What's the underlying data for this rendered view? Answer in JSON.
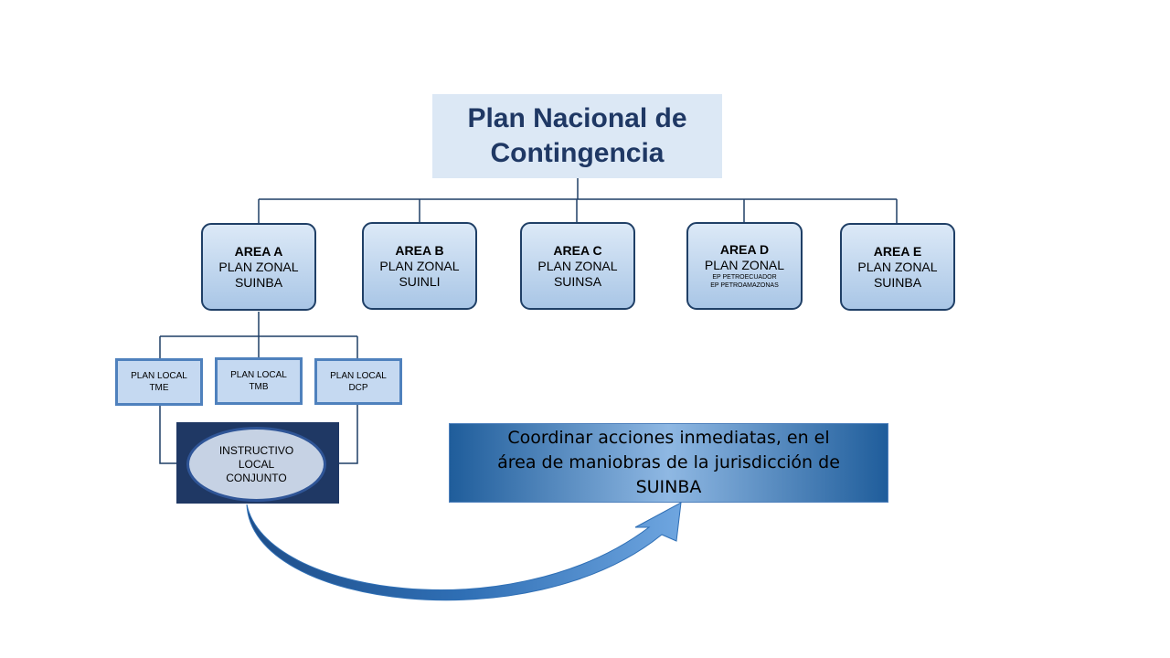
{
  "title": {
    "line1": "Plan Nacional de",
    "line2": "Contingencia"
  },
  "areas": [
    {
      "heading": "AREA  A",
      "line1": "PLAN ZONAL",
      "line2": "SUINBA"
    },
    {
      "heading": "AREA  B",
      "line1": "PLAN ZONAL",
      "line2": "SUINLI"
    },
    {
      "heading": "AREA  C",
      "line1": "PLAN ZONAL",
      "line2": "SUINSA"
    },
    {
      "heading": "AREA  D",
      "line1": "PLAN ZONAL",
      "small1": "EP PETROECUADOR",
      "small2": "EP PETROAMAZONAS"
    },
    {
      "heading": "AREA  E",
      "line1": "PLAN ZONAL",
      "line2": "SUINBA"
    }
  ],
  "local_plans": [
    {
      "line1": "PLAN LOCAL",
      "line2": "TME"
    },
    {
      "line1": "PLAN LOCAL",
      "line2": "TMB"
    },
    {
      "line1": "PLAN LOCAL",
      "line2": "DCP"
    }
  ],
  "instructivo": {
    "line1": "INSTRUCTIVO",
    "line2": "LOCAL",
    "line3": "CONJUNTO"
  },
  "action": {
    "line1": "Coordinar acciones inmediatas, en el",
    "line2": "área de maniobras de la jurisdicción de",
    "line3": "SUINBA"
  },
  "colors": {
    "title_text": "#1f3864",
    "box_border": "#1f3f66",
    "connector": "#1f3f66",
    "arrow": "#2f6fb5"
  }
}
